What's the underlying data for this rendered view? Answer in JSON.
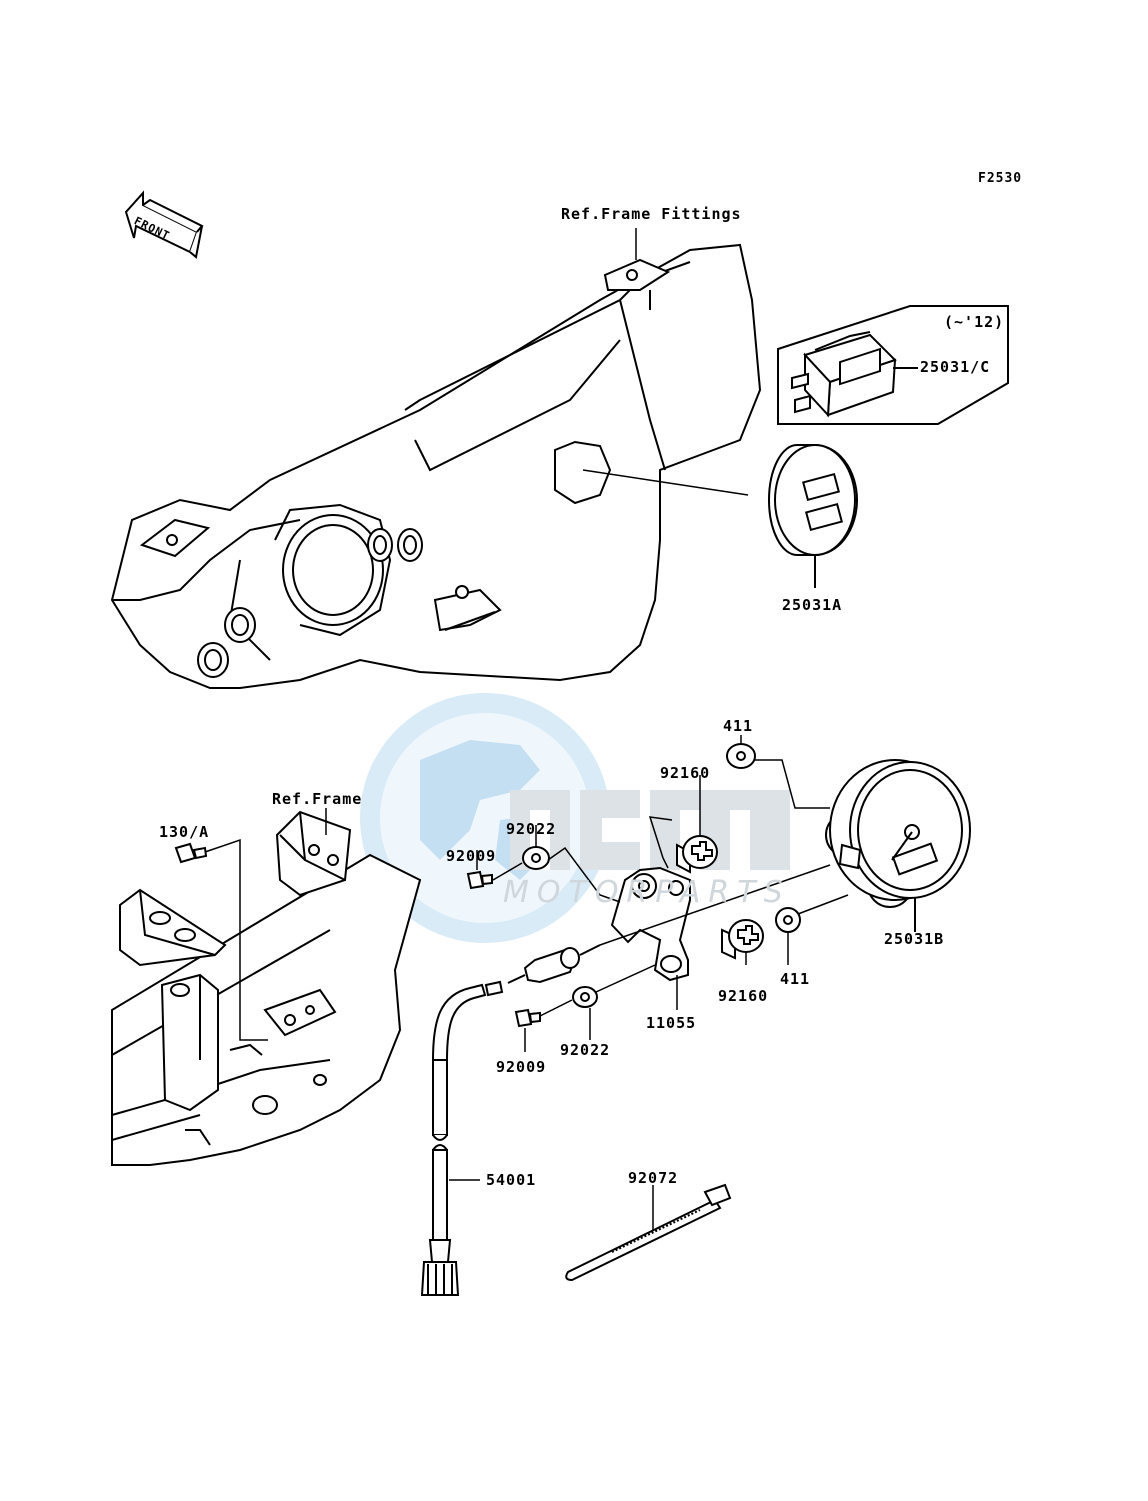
{
  "diagram_code": "F2530",
  "front_marker": "FRONT",
  "watermark": {
    "logo": "msm",
    "subtext": "MOTORPARTS",
    "globe_color": "#d8ebf7",
    "logo_color": "#dde2e7"
  },
  "references": {
    "frame_fittings": "Ref.Frame Fittings",
    "frame": "Ref.Frame"
  },
  "inset": {
    "note": "(~'12)",
    "part": "25031/C"
  },
  "parts": {
    "p25031A": "25031A",
    "p25031B": "25031B",
    "p411_top": "411",
    "p411_bottom": "411",
    "p92160_top": "92160",
    "p92160_bottom": "92160",
    "p92022_top": "92022",
    "p92022_bottom": "92022",
    "p92009_top": "92009",
    "p92009_bottom": "92009",
    "p11055": "11055",
    "p130A": "130/A",
    "p54001": "54001",
    "p92072": "92072"
  }
}
